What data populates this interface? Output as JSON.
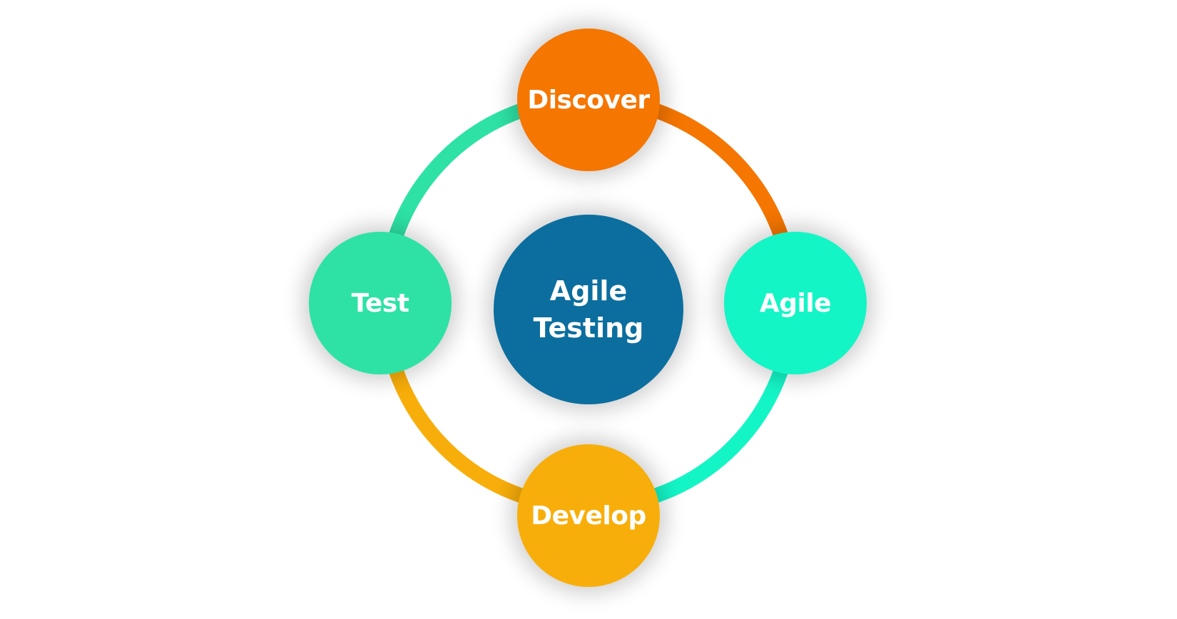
{
  "center": {
    "line1": "Agile",
    "line2": "Testing",
    "color": "#0B6E9E"
  },
  "nodes": {
    "discover": {
      "label": "Discover",
      "color": "#F57600"
    },
    "agile": {
      "label": "Agile",
      "color": "#14F5C6"
    },
    "develop": {
      "label": "Develop",
      "color": "#F8AE0A"
    },
    "test": {
      "label": "Test",
      "color": "#2DE2A4"
    }
  },
  "arcs": {
    "discover_to_agile": "#F57600",
    "agile_to_develop": "#14F5C6",
    "develop_to_test": "#F8AE0A",
    "test_to_discover": "#2DE2A4"
  }
}
